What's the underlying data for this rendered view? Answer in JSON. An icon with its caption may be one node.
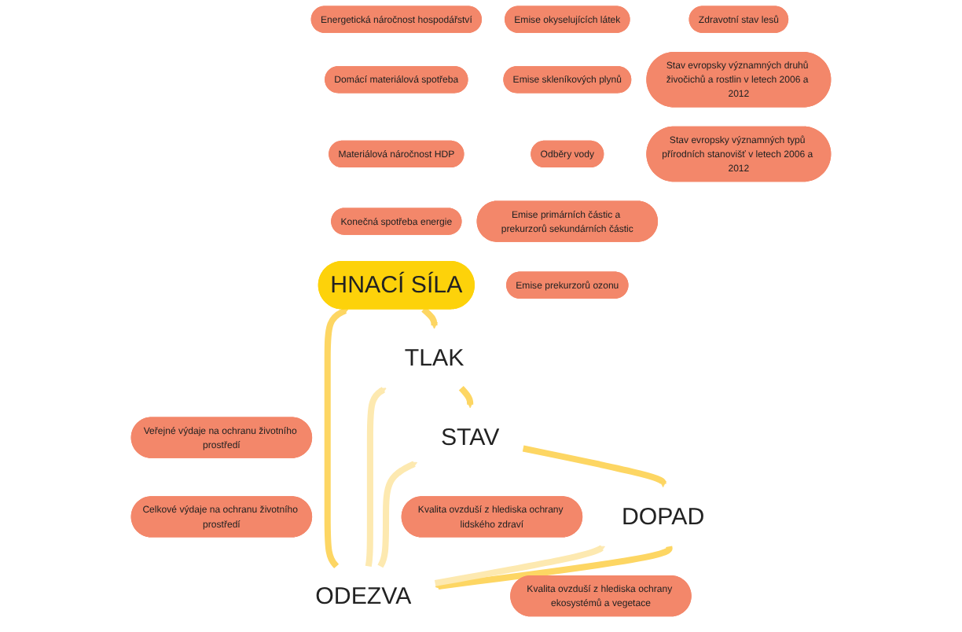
{
  "diagram": {
    "nodes": [
      {
        "text": [
          "Energetická náročnost hospodářství"
        ]
      },
      {
        "text": [
          "Domácí materiálová spotřeba"
        ]
      },
      {
        "text": [
          "Materiálová náročnost HDP"
        ]
      },
      {
        "text": [
          "Konečná spotřeba energie"
        ]
      },
      {
        "text": [
          "Veřejné výdaje na ochranu životního prostředí"
        ]
      },
      {
        "text": [
          "Celkové výdaje na ochranu životního prostředí"
        ]
      },
      {
        "text": [
          "HNACÍ SÍLA"
        ]
      },
      {
        "text": [
          "ODEZVA"
        ]
      },
      {
        "text": [
          "Emise okyselujících látek"
        ]
      },
      {
        "text": [
          "Emise skleníkových plynů"
        ]
      },
      {
        "text": [
          "TLAK"
        ]
      },
      {
        "text": [
          "Zdravotní stav lesů"
        ]
      },
      {
        "text": [
          "DOPAD"
        ]
      },
      {
        "text": [
          "Odběry vody"
        ]
      },
      {
        "text": [
          "Stav evropsky významných druhů živočichů a rostlin v letech 2006 a 2012"
        ]
      },
      {
        "text": [
          "Emise primárních částic a prekurzorů sekundárních částic"
        ]
      },
      {
        "text": [
          "STAV"
        ]
      },
      {
        "text": [
          "Kvalita ovzduší z hlediska ochrany lidského zdraví"
        ]
      },
      {
        "text": [
          "Stav evropsky významných typů přírodních stanovišť v letech 2006 a 2012"
        ]
      },
      {
        "text": [
          "Emise prekurzorů ozonu"
        ]
      },
      {
        "text": [
          "Kvalita ovzduší z hlediska ochrany ekosystémů a vegetace"
        ]
      }
    ],
    "edges": [
      {
        "from": 7,
        "to": 6,
        "arrow": "to"
      },
      {
        "from": 6,
        "to": 10,
        "arrow": "to"
      },
      {
        "from": 10,
        "to": 16,
        "arrow": "to"
      },
      {
        "from": 16,
        "to": 12,
        "arrow": "to"
      },
      {
        "from": 12,
        "to": 7,
        "arrow": "to"
      },
      {
        "from": 7,
        "to": 10,
        "arrow": "to",
        "color": "#fde9b0"
      },
      {
        "from": 7,
        "to": 16,
        "arrow": "to",
        "color": "#fde9b0"
      },
      {
        "from": 7,
        "to": 12,
        "arrow": "to",
        "color": "#fde9b0"
      }
    ]
  }
}
